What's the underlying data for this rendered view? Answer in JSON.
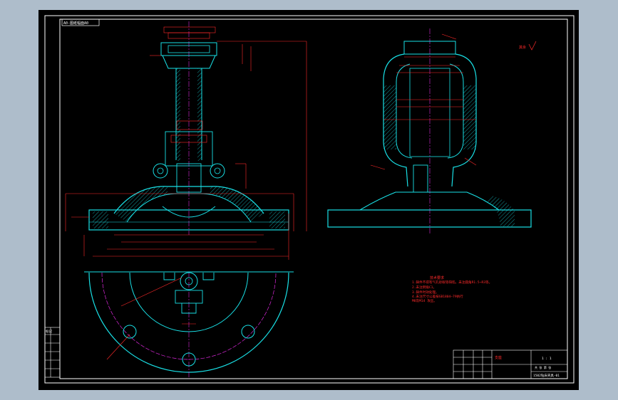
{
  "app": {
    "background_color": "#aebdcb",
    "sheet_color": "#000000",
    "frame_color": "#ffffff"
  },
  "colors": {
    "outline": "#19e0e6",
    "dimension": "#ff2a2a",
    "hatch": "#19e0e6",
    "centerline": "#d928d9",
    "text": "#ff2a2a",
    "table": "#ffffff"
  },
  "drawing": {
    "tag": "A0-图纸幅面A0",
    "notes_title": "技术要求",
    "notes": [
      "1.铸件不得有气孔砂眼等缺陷，未注圆角R1.5~R3等。",
      "2.未注倒角C1。",
      "3.铸件时效处理。",
      "4.未注尺寸公差按GB1804—79执行",
      "  M8及M14 攻丝。"
    ],
    "corner_mark": "其余",
    "title_block": {
      "name": "支座",
      "drawing_no": "1502钻床夹具-01",
      "scale": "1 : 1",
      "sheet": "共 张 第 张"
    },
    "revision_box_title": "标记"
  }
}
